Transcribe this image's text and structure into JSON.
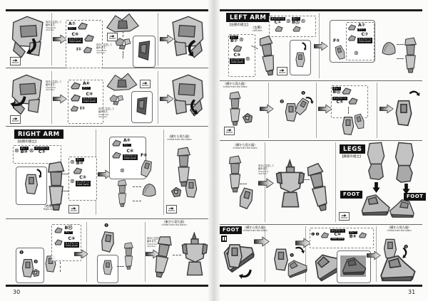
{
  "page": {
    "left_number": "30",
    "right_number": "31"
  },
  "headers": {
    "right_arm": "RIGHT ARM",
    "right_arm_sub": "【右腕の組立】",
    "left_arm": "LEFT ARM",
    "left_arm_sub": "【左腕の組立】",
    "legs": "LEGS",
    "legs_sub": "【脚部の組立】",
    "foot": "FOOT"
  },
  "labels": {
    "front": "FRONT",
    "view_side_ja": "〈横から見た図〉",
    "view_side_en": "<View from the side>",
    "view_back_ja": "〈後から見た図〉",
    "view_back_en": "<View from the back>",
    "right_arm_ja": "〈右腕〉",
    "right_arm_en": "Right arm",
    "left_arm_ja": "〈左腕〉",
    "left_arm_en": "Left arm",
    "note_ja1": "向きに注意して",
    "note_ja2": "組みます。",
    "note_en": "Check the direction.",
    "step1": "❶",
    "step2": "❷",
    "pc": "⊛"
  },
  "parts": {
    "a5": "A⑤",
    "a6": "A⑥",
    "a7": "A⑦",
    "b7": "B⑦",
    "b9": "B⑨",
    "b10": "B⑩",
    "b11": "B⑪",
    "b12": "B⑫",
    "c1": "C①",
    "c3": "C③",
    "c5": "C⑤",
    "c6": "C⑥",
    "c7": "C⑦",
    "c8": "C⑧",
    "c9": "C⑨",
    "c10": "C⑩",
    "f5": "F⑤",
    "f6": "F⑥",
    "i1": "I①"
  },
  "tags": {
    "gray": "グレー",
    "clear_ja": "クリアパーツ",
    "clear_en": "Clear parts"
  },
  "colors": {
    "header_bg": "#121212",
    "page_bg": "#fbfbf9",
    "figure_gray": "#bdbdbd",
    "rule": "#1c1c1c"
  }
}
